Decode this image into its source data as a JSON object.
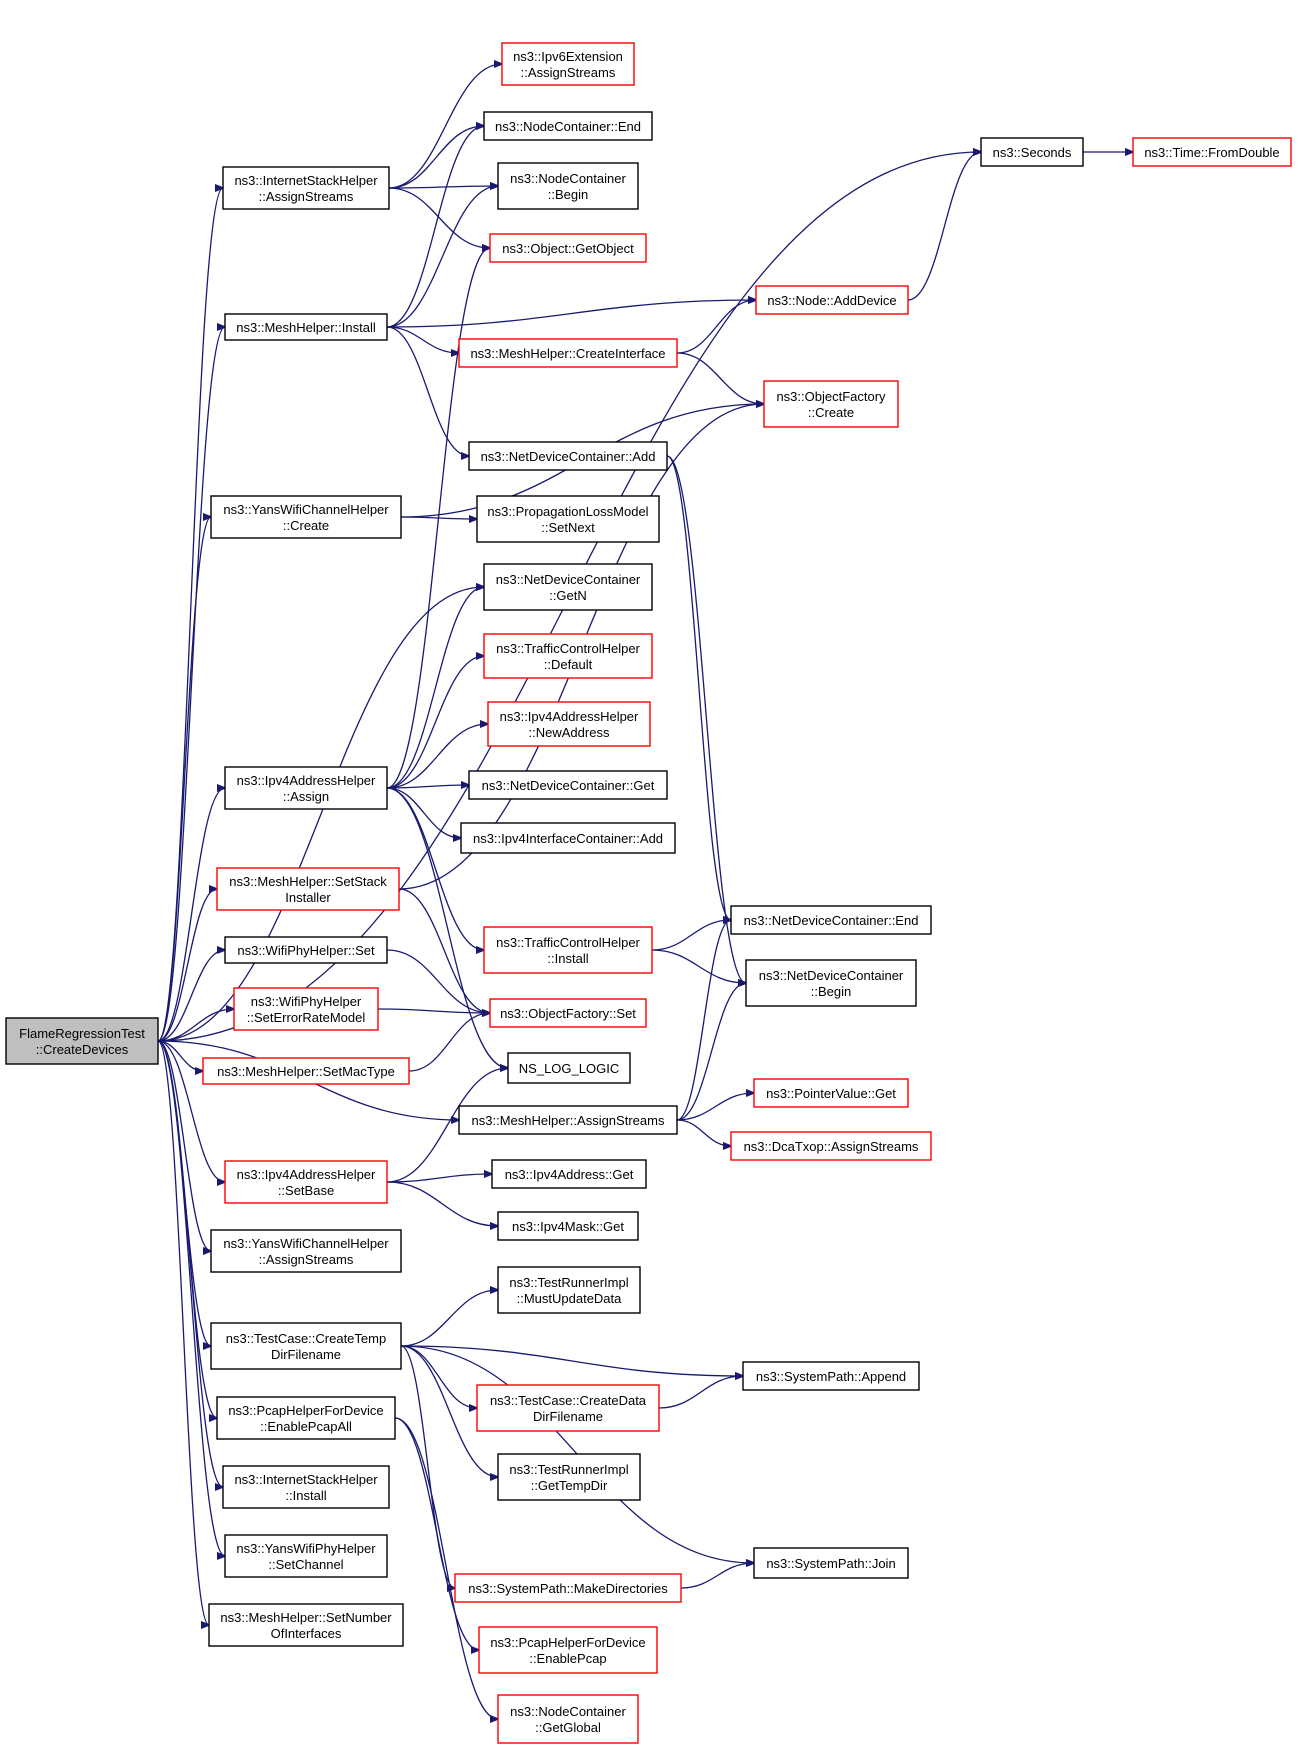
{
  "graph": {
    "root": "createdevices",
    "nodes": [
      {
        "id": "createdevices",
        "lines": [
          "FlameRegressionTest",
          "::CreateDevices"
        ],
        "border": "black",
        "fill": "gray"
      },
      {
        "id": "inetstack_assign",
        "lines": [
          "ns3::InternetStackHelper",
          "::AssignStreams"
        ],
        "border": "black"
      },
      {
        "id": "meshhelper_install",
        "lines": [
          "ns3::MeshHelper::Install"
        ],
        "border": "black"
      },
      {
        "id": "yanschan_create",
        "lines": [
          "ns3::YansWifiChannelHelper",
          "::Create"
        ],
        "border": "black"
      },
      {
        "id": "ipv4addr_assign",
        "lines": [
          "ns3::Ipv4AddressHelper",
          "::Assign"
        ],
        "border": "black"
      },
      {
        "id": "mesh_setstack",
        "lines": [
          "ns3::MeshHelper::SetStack",
          "Installer"
        ],
        "border": "red"
      },
      {
        "id": "wifiphy_set",
        "lines": [
          "ns3::WifiPhyHelper::Set"
        ],
        "border": "black"
      },
      {
        "id": "wifiphy_seterr",
        "lines": [
          "ns3::WifiPhyHelper",
          "::SetErrorRateModel"
        ],
        "border": "red"
      },
      {
        "id": "mesh_setmac",
        "lines": [
          "ns3::MeshHelper::SetMacType"
        ],
        "border": "red"
      },
      {
        "id": "ipv4addr_setbase",
        "lines": [
          "ns3::Ipv4AddressHelper",
          "::SetBase"
        ],
        "border": "red"
      },
      {
        "id": "yanschan_assign",
        "lines": [
          "ns3::YansWifiChannelHelper",
          "::AssignStreams"
        ],
        "border": "black"
      },
      {
        "id": "testcase_tempdir",
        "lines": [
          "ns3::TestCase::CreateTemp",
          "DirFilename"
        ],
        "border": "black"
      },
      {
        "id": "pcap_enableall",
        "lines": [
          "ns3::PcapHelperForDevice",
          "::EnablePcapAll"
        ],
        "border": "black"
      },
      {
        "id": "inetstack_install",
        "lines": [
          "ns3::InternetStackHelper",
          "::Install"
        ],
        "border": "black"
      },
      {
        "id": "yansphy_setchan",
        "lines": [
          "ns3::YansWifiPhyHelper",
          "::SetChannel"
        ],
        "border": "black"
      },
      {
        "id": "mesh_setnumif",
        "lines": [
          "ns3::MeshHelper::SetNumber",
          "OfInterfaces"
        ],
        "border": "black"
      },
      {
        "id": "ipv6ext_assign",
        "lines": [
          "ns3::Ipv6Extension",
          "::AssignStreams"
        ],
        "border": "red"
      },
      {
        "id": "nodecont_end",
        "lines": [
          "ns3::NodeContainer::End"
        ],
        "border": "black"
      },
      {
        "id": "nodecont_begin",
        "lines": [
          "ns3::NodeContainer",
          "::Begin"
        ],
        "border": "black"
      },
      {
        "id": "object_getobject",
        "lines": [
          "ns3::Object::GetObject"
        ],
        "border": "red"
      },
      {
        "id": "mesh_createif",
        "lines": [
          "ns3::MeshHelper::CreateInterface"
        ],
        "border": "red"
      },
      {
        "id": "node_adddevice",
        "lines": [
          "ns3::Node::AddDevice"
        ],
        "border": "red"
      },
      {
        "id": "objfactory_create",
        "lines": [
          "ns3::ObjectFactory",
          "::Create"
        ],
        "border": "red"
      },
      {
        "id": "netdevcont_add",
        "lines": [
          "ns3::NetDeviceContainer::Add"
        ],
        "border": "black"
      },
      {
        "id": "proploss_setnext",
        "lines": [
          "ns3::PropagationLossModel",
          "::SetNext"
        ],
        "border": "black"
      },
      {
        "id": "netdevcont_getn",
        "lines": [
          "ns3::NetDeviceContainer",
          "::GetN"
        ],
        "border": "black"
      },
      {
        "id": "tch_default",
        "lines": [
          "ns3::TrafficControlHelper",
          "::Default"
        ],
        "border": "red"
      },
      {
        "id": "ipv4addr_newaddr",
        "lines": [
          "ns3::Ipv4AddressHelper",
          "::NewAddress"
        ],
        "border": "red"
      },
      {
        "id": "netdevcont_get",
        "lines": [
          "ns3::NetDeviceContainer::Get"
        ],
        "border": "black"
      },
      {
        "id": "ipv4ifcont_add",
        "lines": [
          "ns3::Ipv4InterfaceContainer::Add"
        ],
        "border": "black"
      },
      {
        "id": "tch_install",
        "lines": [
          "ns3::TrafficControlHelper",
          "::Install"
        ],
        "border": "red"
      },
      {
        "id": "objfactory_set",
        "lines": [
          "ns3::ObjectFactory::Set"
        ],
        "border": "red"
      },
      {
        "id": "ns_log_logic",
        "lines": [
          "NS_LOG_LOGIC"
        ],
        "border": "black"
      },
      {
        "id": "mesh_assignstreams",
        "lines": [
          "ns3::MeshHelper::AssignStreams"
        ],
        "border": "black"
      },
      {
        "id": "ipv4address_get",
        "lines": [
          "ns3::Ipv4Address::Get"
        ],
        "border": "black"
      },
      {
        "id": "ipv4mask_get",
        "lines": [
          "ns3::Ipv4Mask::Get"
        ],
        "border": "black"
      },
      {
        "id": "testrunner_mustupdate",
        "lines": [
          "ns3::TestRunnerImpl",
          "::MustUpdateData"
        ],
        "border": "black"
      },
      {
        "id": "testcase_datadir",
        "lines": [
          "ns3::TestCase::CreateData",
          "DirFilename"
        ],
        "border": "red"
      },
      {
        "id": "testrunner_gettempdir",
        "lines": [
          "ns3::TestRunnerImpl",
          "::GetTempDir"
        ],
        "border": "black"
      },
      {
        "id": "syspath_makedirs",
        "lines": [
          "ns3::SystemPath::MakeDirectories"
        ],
        "border": "red"
      },
      {
        "id": "pcap_enable",
        "lines": [
          "ns3::PcapHelperForDevice",
          "::EnablePcap"
        ],
        "border": "red"
      },
      {
        "id": "nodecont_getglobal",
        "lines": [
          "ns3::NodeContainer",
          "::GetGlobal"
        ],
        "border": "red"
      },
      {
        "id": "seconds",
        "lines": [
          "ns3::Seconds"
        ],
        "border": "black"
      },
      {
        "id": "time_fromdouble",
        "lines": [
          "ns3::Time::FromDouble"
        ],
        "border": "red"
      },
      {
        "id": "netdevcont_end",
        "lines": [
          "ns3::NetDeviceContainer::End"
        ],
        "border": "black"
      },
      {
        "id": "netdevcont_begin",
        "lines": [
          "ns3::NetDeviceContainer",
          "::Begin"
        ],
        "border": "black"
      },
      {
        "id": "pointervalue_get",
        "lines": [
          "ns3::PointerValue::Get"
        ],
        "border": "red"
      },
      {
        "id": "dcatxop_assign",
        "lines": [
          "ns3::DcaTxop::AssignStreams"
        ],
        "border": "red"
      },
      {
        "id": "syspath_append",
        "lines": [
          "ns3::SystemPath::Append"
        ],
        "border": "black"
      },
      {
        "id": "syspath_join",
        "lines": [
          "ns3::SystemPath::Join"
        ],
        "border": "black"
      }
    ],
    "edges": [
      [
        "createdevices",
        "seconds"
      ],
      [
        "createdevices",
        "inetstack_assign"
      ],
      [
        "createdevices",
        "meshhelper_install"
      ],
      [
        "createdevices",
        "yanschan_create"
      ],
      [
        "createdevices",
        "netdevcont_getn"
      ],
      [
        "createdevices",
        "ipv4addr_assign"
      ],
      [
        "createdevices",
        "mesh_setstack"
      ],
      [
        "createdevices",
        "wifiphy_set"
      ],
      [
        "createdevices",
        "wifiphy_seterr"
      ],
      [
        "createdevices",
        "mesh_setmac"
      ],
      [
        "createdevices",
        "mesh_assignstreams"
      ],
      [
        "createdevices",
        "ipv4addr_setbase"
      ],
      [
        "createdevices",
        "yanschan_assign"
      ],
      [
        "createdevices",
        "testcase_tempdir"
      ],
      [
        "createdevices",
        "pcap_enableall"
      ],
      [
        "createdevices",
        "inetstack_install"
      ],
      [
        "createdevices",
        "yansphy_setchan"
      ],
      [
        "createdevices",
        "mesh_setnumif"
      ],
      [
        "inetstack_assign",
        "ipv6ext_assign"
      ],
      [
        "inetstack_assign",
        "nodecont_end"
      ],
      [
        "inetstack_assign",
        "nodecont_begin"
      ],
      [
        "inetstack_assign",
        "object_getobject"
      ],
      [
        "meshhelper_install",
        "nodecont_end"
      ],
      [
        "meshhelper_install",
        "nodecont_begin"
      ],
      [
        "meshhelper_install",
        "node_adddevice"
      ],
      [
        "meshhelper_install",
        "mesh_createif"
      ],
      [
        "meshhelper_install",
        "netdevcont_add"
      ],
      [
        "mesh_createif",
        "node_adddevice"
      ],
      [
        "mesh_createif",
        "objfactory_create"
      ],
      [
        "node_adddevice",
        "seconds"
      ],
      [
        "seconds",
        "time_fromdouble"
      ],
      [
        "yanschan_create",
        "objfactory_create"
      ],
      [
        "yanschan_create",
        "proploss_setnext"
      ],
      [
        "netdevcont_add",
        "netdevcont_end"
      ],
      [
        "netdevcont_add",
        "netdevcont_begin"
      ],
      [
        "ipv4addr_assign",
        "object_getobject"
      ],
      [
        "ipv4addr_assign",
        "netdevcont_getn"
      ],
      [
        "ipv4addr_assign",
        "tch_default"
      ],
      [
        "ipv4addr_assign",
        "ipv4addr_newaddr"
      ],
      [
        "ipv4addr_assign",
        "netdevcont_get"
      ],
      [
        "ipv4addr_assign",
        "ipv4ifcont_add"
      ],
      [
        "ipv4addr_assign",
        "tch_install"
      ],
      [
        "ipv4addr_assign",
        "ns_log_logic"
      ],
      [
        "mesh_setstack",
        "objfactory_create"
      ],
      [
        "mesh_setstack",
        "objfactory_set"
      ],
      [
        "wifiphy_set",
        "objfactory_set"
      ],
      [
        "wifiphy_seterr",
        "objfactory_set"
      ],
      [
        "mesh_setmac",
        "objfactory_set"
      ],
      [
        "tch_install",
        "netdevcont_end"
      ],
      [
        "tch_install",
        "netdevcont_begin"
      ],
      [
        "mesh_assignstreams",
        "netdevcont_end"
      ],
      [
        "mesh_assignstreams",
        "netdevcont_begin"
      ],
      [
        "mesh_assignstreams",
        "pointervalue_get"
      ],
      [
        "mesh_assignstreams",
        "dcatxop_assign"
      ],
      [
        "ipv4addr_setbase",
        "ns_log_logic"
      ],
      [
        "ipv4addr_setbase",
        "ipv4address_get"
      ],
      [
        "ipv4addr_setbase",
        "ipv4mask_get"
      ],
      [
        "testcase_tempdir",
        "testrunner_mustupdate"
      ],
      [
        "testcase_tempdir",
        "syspath_append"
      ],
      [
        "testcase_tempdir",
        "testcase_datadir"
      ],
      [
        "testcase_tempdir",
        "testrunner_gettempdir"
      ],
      [
        "testcase_tempdir",
        "syspath_join"
      ],
      [
        "testcase_tempdir",
        "syspath_makedirs"
      ],
      [
        "testcase_datadir",
        "syspath_append"
      ],
      [
        "syspath_makedirs",
        "syspath_join"
      ],
      [
        "pcap_enableall",
        "pcap_enable"
      ],
      [
        "pcap_enableall",
        "nodecont_getglobal"
      ]
    ]
  },
  "colors": {
    "edge": "#191970",
    "border_black": "#000000",
    "border_red": "#ff0000",
    "root_fill": "#bfbfbf",
    "background": "#ffffff"
  }
}
